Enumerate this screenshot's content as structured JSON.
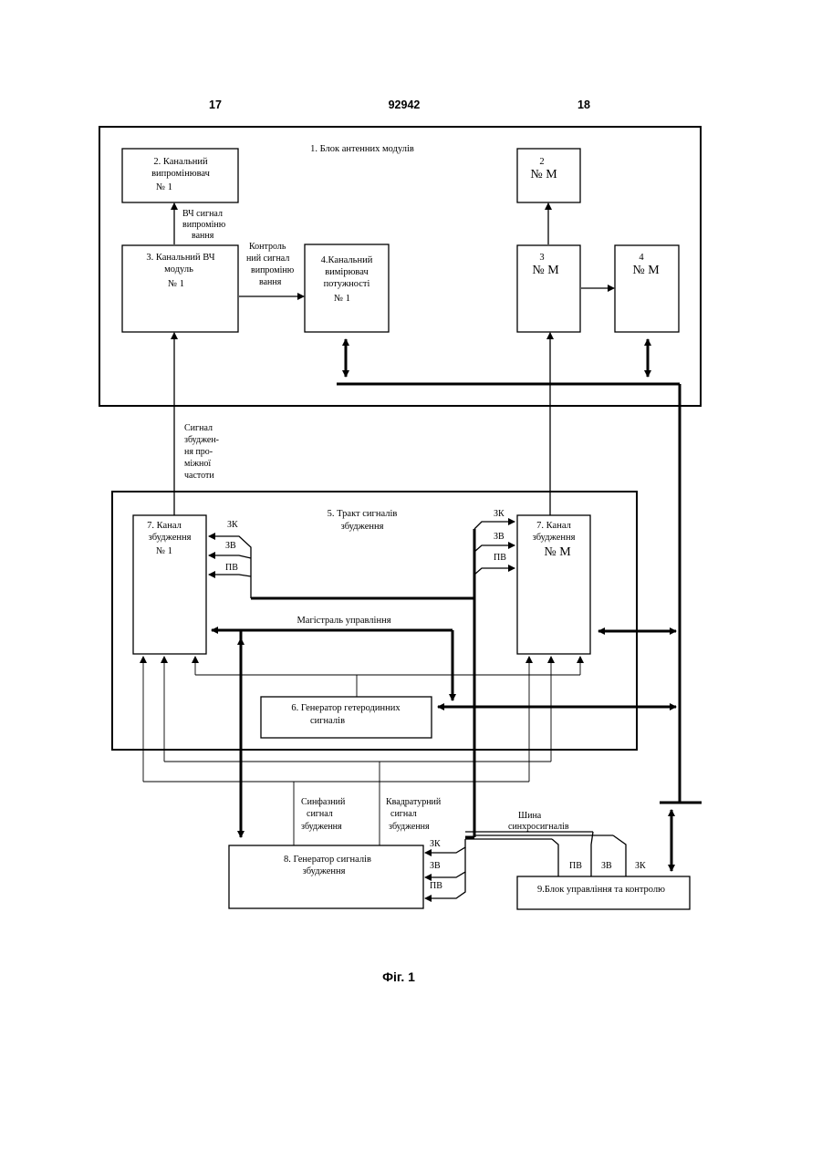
{
  "header": {
    "left_page": "17",
    "patent_number": "92942",
    "right_page": "18"
  },
  "antenna_block": {
    "title": "1. Блок антенних модулів"
  },
  "radiator_1": {
    "line1": "2. Канальний",
    "line2": "випромінювач",
    "line3": "№ 1"
  },
  "radiator_m": {
    "line1": "2",
    "line2": "№ М"
  },
  "hf_module_1": {
    "line1": "3. Канальний ВЧ",
    "line2": "модуль",
    "line3": "№ 1"
  },
  "hf_module_m": {
    "line1": "3",
    "line2": "№ М"
  },
  "power_meter_1": {
    "line1": "4.Канальний",
    "line2": "вимірювач",
    "line3": "потужності",
    "line4": "№ 1"
  },
  "power_meter_m": {
    "line1": "4",
    "line2": "№ М"
  },
  "hf_signal_label": {
    "line1": "ВЧ сигнал",
    "line2": "випроміню",
    "line3": "вання"
  },
  "control_signal_label": {
    "line1": "Контроль",
    "line2": "ний сигнал",
    "line3": "випроміню",
    "line4": "вання"
  },
  "if_signal_label": {
    "line1": "Сигнал",
    "line2": "збуджен-",
    "line3": "ня про-",
    "line4": "міжної",
    "line5": "частоти"
  },
  "excitation_path": {
    "line1": "5. Тракт  сигналів",
    "line2": "збудження"
  },
  "channel_1": {
    "line1": "7. Канал",
    "line2": "збудження",
    "line3": "№ 1"
  },
  "channel_m": {
    "line1": "7. Канал",
    "line2": "збудження",
    "line3": "№ М"
  },
  "sync_short": {
    "zk": "ЗК",
    "zv": "ЗВ",
    "pv": "ПВ"
  },
  "control_bus": "Магістраль управління",
  "local_osc": {
    "line1": "6. Генератор гетеродинних",
    "line2": "сигналів"
  },
  "inphase_label": {
    "line1": "Синфазний",
    "line2": "сигнал",
    "line3": "збудження"
  },
  "quadrature_label": {
    "line1": "Квадратурний",
    "line2": "сигнал",
    "line3": "збудження"
  },
  "exc_gen": {
    "line1": "8. Генератор сигналів",
    "line2": "збудження"
  },
  "sync_bus": {
    "line1": "Шина",
    "line2": "синхросигналів"
  },
  "ctrl_block": "9.Блок  управління та контролю",
  "caption": "Фіг. 1"
}
